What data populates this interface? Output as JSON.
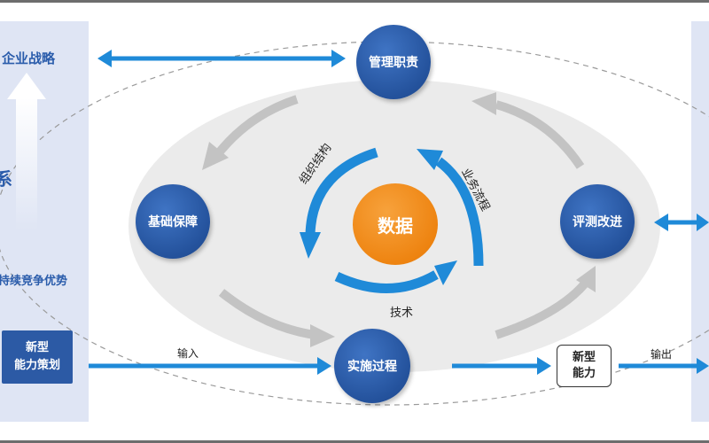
{
  "left_panel": {
    "strategy": "企业战略",
    "system_partial": "系",
    "advantage": "持续竞争优势",
    "new_capability_plan": [
      "新型",
      "能力策划"
    ]
  },
  "nodes": {
    "management": "管理职责",
    "foundation": "基础保障",
    "evaluation": "评测改进",
    "implementation": "实施过程",
    "data": "数据"
  },
  "inner_labels": {
    "organization": "组织结构",
    "business": "业务流程",
    "technology": "技术"
  },
  "flow": {
    "input": "输入",
    "output": "输出",
    "new_capability": [
      "新型",
      "能力"
    ]
  },
  "colors": {
    "node_blue": "#2c5aa5",
    "data_orange": "#f08a1a",
    "arrow_blue": "#1f8ad8",
    "panel_bg": "#dfe5f4"
  }
}
